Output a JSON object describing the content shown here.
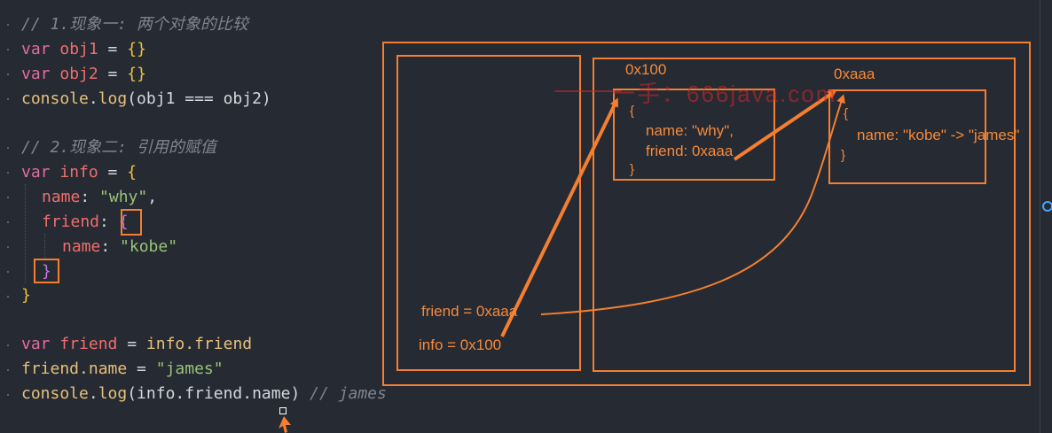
{
  "code": {
    "line1": {
      "comment": "// 1.现象一: 两个对象的比较"
    },
    "line2": {
      "kw": "var",
      "name": "obj1",
      "op": " = ",
      "val": "{}"
    },
    "line3": {
      "kw": "var",
      "name": "obj2",
      "op": " = ",
      "val": "{}"
    },
    "line4": {
      "obj": "console",
      "dot": ".",
      "fn": "log",
      "args": "(obj1 === obj2)"
    },
    "line6": {
      "comment": "// 2.现象二: 引用的赋值"
    },
    "line7": {
      "kw": "var",
      "name": "info",
      "op": " = ",
      "brace": "{"
    },
    "line8": {
      "prop": "name",
      "colon": ": ",
      "str": "\"why\"",
      "tail": ","
    },
    "line9": {
      "prop": "friend",
      "colon": ": ",
      "brace": "{"
    },
    "line10": {
      "prop": "name",
      "colon": ": ",
      "str": "\"kobe\""
    },
    "line11": {
      "brace": "}"
    },
    "line12": {
      "brace": "}"
    },
    "line14": {
      "kw": "var",
      "name": "friend",
      "op": " = ",
      "rhs": "info.friend"
    },
    "line15": {
      "lhs": "friend.name",
      "op": " = ",
      "str": "\"james\""
    },
    "line16": {
      "obj": "console",
      "dot": ".",
      "fn": "log",
      "args": "(info.friend.name)",
      "comment": " // james"
    }
  },
  "diagram": {
    "addr_info_obj": "0x100",
    "addr_friend_obj": "0xaaa",
    "obj1_open": "{",
    "obj1_name": "name: \"why\",",
    "obj1_friend": "friend: 0xaaa",
    "obj1_close": "}",
    "obj2_open": "{",
    "obj2_name": "name: \"kobe\" -> \"james\"",
    "obj2_close": "}",
    "stack_friend": "friend = 0xaaa",
    "stack_info": "info = 0x100",
    "watermark": "一手：666java.com"
  },
  "colors": {
    "accent": "#f47f30",
    "background": "#262a33"
  }
}
